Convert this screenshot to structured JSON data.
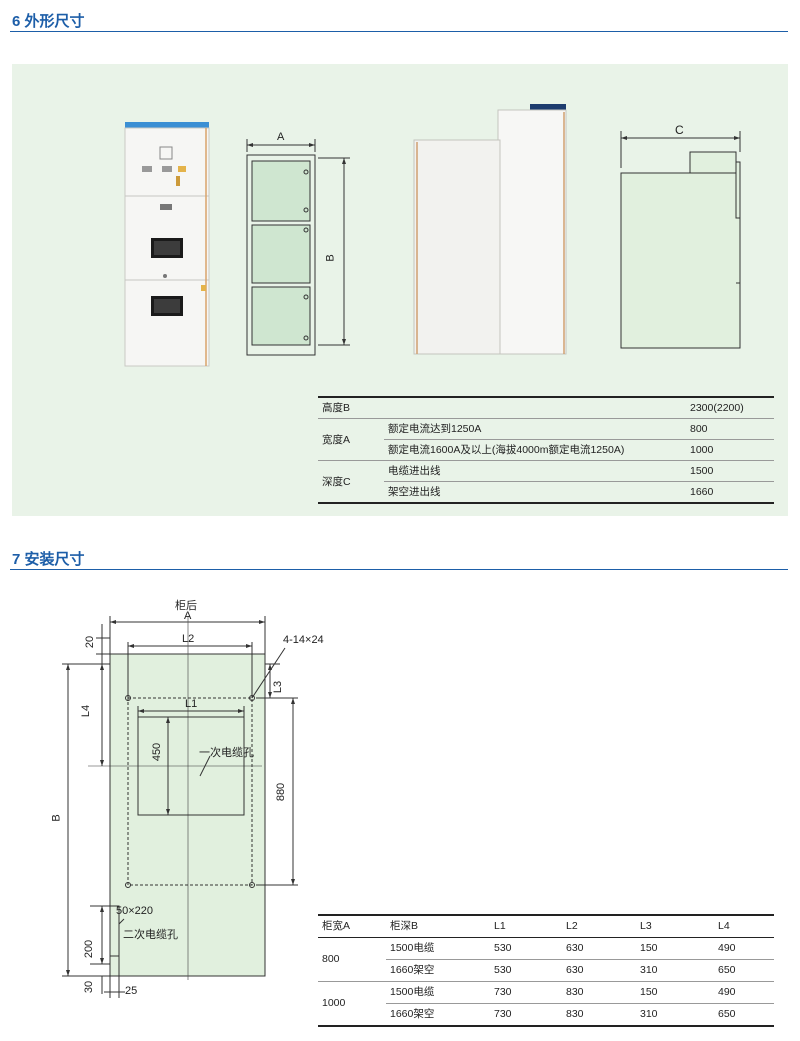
{
  "section6": {
    "title": "6 外形尺寸"
  },
  "drawings6": {
    "label_a": "A",
    "label_b": "B",
    "label_c": "C"
  },
  "spec_table": {
    "rows": [
      {
        "group": "高度B",
        "item": "",
        "value": "2300(2200)"
      },
      {
        "group": "宽度A",
        "item": "额定电流达到1250A",
        "value": "800"
      },
      {
        "group": "",
        "item": "额定电流1600A及以上(海拔4000m额定电流1250A)",
        "value": "1000"
      },
      {
        "group": "深度C",
        "item": "电缆进出线",
        "value": "1500"
      },
      {
        "group": "",
        "item": "架空进出线",
        "value": "1660"
      }
    ]
  },
  "section7": {
    "title": "7 安装尺寸"
  },
  "install_drawing": {
    "rear": "柜后",
    "A": "A",
    "L2": "L2",
    "L1": "L1",
    "L3": "L3",
    "L4": "L4",
    "B": "B",
    "holes": "4-14×24",
    "dim20": "20",
    "dim450": "450",
    "dim880": "880",
    "dim200": "200",
    "dim30": "30",
    "dim25": "25",
    "primary_hole": "一次电缆孔",
    "secondary_size": "50×220",
    "secondary_hole": "二次电缆孔"
  },
  "mount_table": {
    "headers": [
      "柜宽A",
      "柜深B",
      "L1",
      "L2",
      "L3",
      "L4"
    ],
    "rows": [
      [
        "800",
        "1500电缆",
        "530",
        "630",
        "150",
        "490"
      ],
      [
        "",
        "1660架空",
        "530",
        "630",
        "310",
        "650"
      ],
      [
        "1000",
        "1500电缆",
        "730",
        "830",
        "150",
        "490"
      ],
      [
        "",
        "1660架空",
        "730",
        "830",
        "310",
        "650"
      ]
    ]
  }
}
